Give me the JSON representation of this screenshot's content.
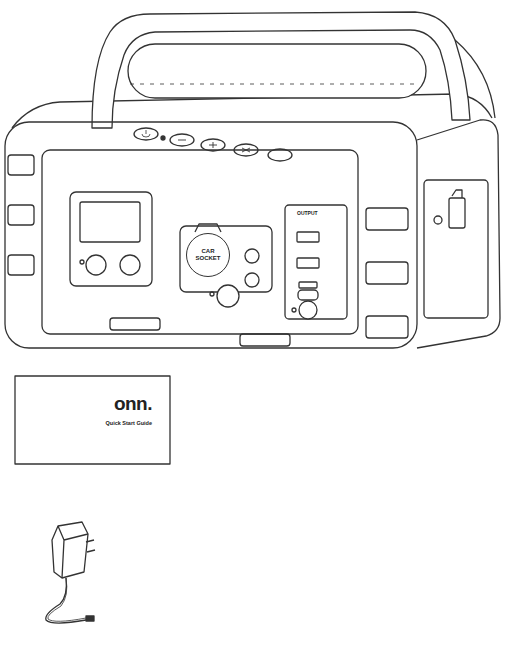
{
  "diagram": {
    "nodes": [
      {
        "text": [
          "onn.",
          "Quick Start Guide"
        ]
      },
      {
        "text": [
          "CAR SOCKET"
        ]
      }
    ],
    "labels": [
      "OUTPUT"
    ]
  }
}
